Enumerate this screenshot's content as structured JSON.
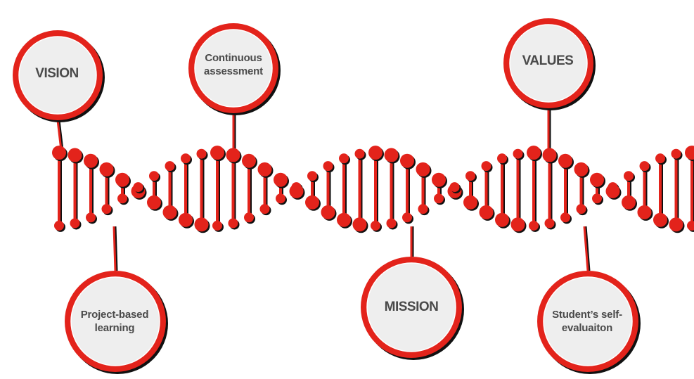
{
  "diagram": {
    "nodes": [
      {
        "id": "vision",
        "label": "VISION"
      },
      {
        "id": "continuous-assessment",
        "label": "Continuous assessment"
      },
      {
        "id": "values",
        "label": "VALUES"
      },
      {
        "id": "project-based-learning",
        "label": "Project-based learning"
      },
      {
        "id": "mission",
        "label": "MISSION"
      },
      {
        "id": "student-self-evaluation",
        "label": "Student’s self-evaluaiton"
      }
    ],
    "colors": {
      "strand": "#e3231b",
      "circle_fill": "#eeeeee",
      "circle_ring": "#e3231b",
      "label": "#4a4a4a"
    }
  }
}
